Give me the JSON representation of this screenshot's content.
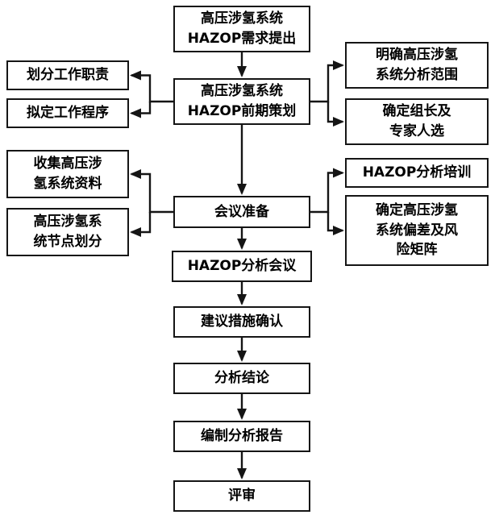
{
  "flowchart": {
    "title": "HAZOP process flowchart",
    "colors": {
      "box_border": "#151515",
      "box_background": "#ffffff",
      "text": "#000000",
      "arrow": "#151515"
    },
    "center": [
      {
        "label": "高压涉氢系统\nHAZOP需求提出"
      },
      {
        "label": "高压涉氢系统\nHAZOP前期策划"
      },
      {
        "label": "会议准备"
      },
      {
        "label": "HAZOP分析会议"
      },
      {
        "label": "建议措施确认"
      },
      {
        "label": "分析结论"
      },
      {
        "label": "编制分析报告"
      },
      {
        "label": "评审"
      }
    ],
    "left": [
      {
        "label": "划分工作职责"
      },
      {
        "label": "拟定工作程序"
      },
      {
        "label": "收集高压涉\n氢系统资料"
      },
      {
        "label": "高压涉氢系\n统节点划分"
      }
    ],
    "right": [
      {
        "label": "明确高压涉氢\n系统分析范围"
      },
      {
        "label": "确定组长及\n专家人选"
      },
      {
        "label": "HAZOP分析培训"
      },
      {
        "label": "确定高压涉氢\n系统偏差及风\n险矩阵"
      }
    ]
  }
}
